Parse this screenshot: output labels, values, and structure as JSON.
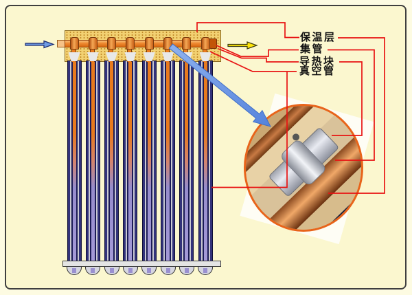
{
  "figure": {
    "kind": "evacuated-tube solar collector schematic with photo inset",
    "labels": [
      {
        "id": "insulation",
        "text": "保温层"
      },
      {
        "id": "header-pipe",
        "text": "集管"
      },
      {
        "id": "heat-block",
        "text": "导热块"
      },
      {
        "id": "vacuum-tube",
        "text": "真空管"
      }
    ],
    "diagram": {
      "tube_count": 8,
      "inlet_arrow": "blue-right-arrow-icon",
      "outlet_arrow": "yellow-right-arrow-icon",
      "zoom_arrow": "blue-diagonal-arrow-icon pointing to detail photo oval"
    },
    "colors": {
      "background": "#FBF7CF",
      "callout_red": "#E81212",
      "oval_border": "#E8641A",
      "tube_navy": "#1B1B55",
      "heat_pipe_orange": "#E87A1E",
      "tube_stripe_lavender": "#A49AD8",
      "manifold_yellow": "#F2D172",
      "pipe_orange": "#EE8830",
      "arrow_blue": "#6E9BE4",
      "arrow_yellow": "#FFE60A"
    }
  }
}
